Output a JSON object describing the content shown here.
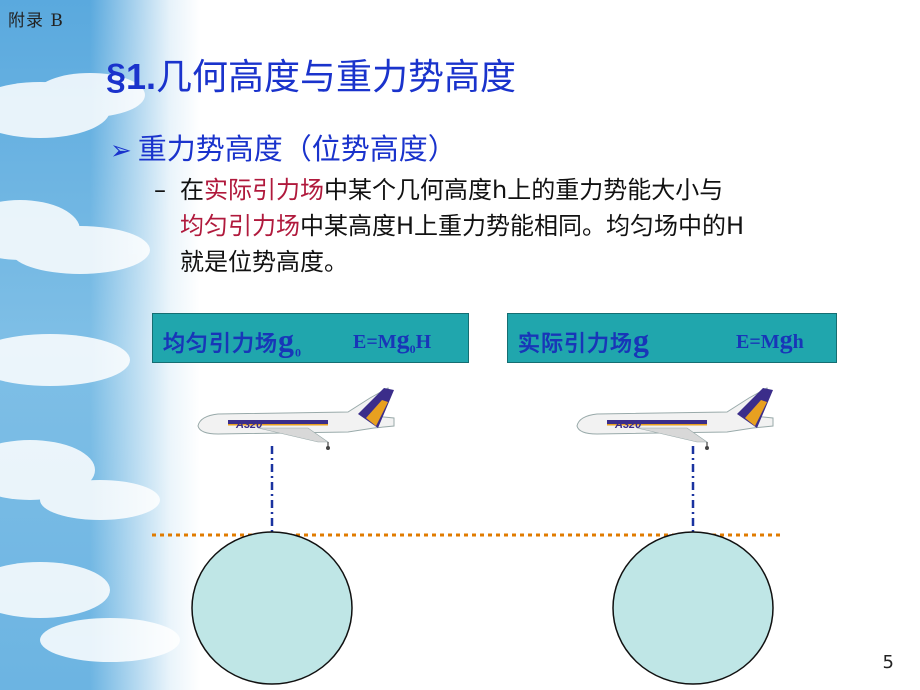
{
  "appendix_label": "附录 B",
  "title": {
    "section": "§1.",
    "text": "几何高度与重力势高度"
  },
  "subtitle": "重力势高度（位势高度）",
  "body": {
    "dash": "–",
    "l1_pre": "在",
    "l1_hl": "实际引力场",
    "l1_post": "中某个几何高度h上的重力势能大小与",
    "l2_hl": "均匀引力场",
    "l2_post": "中某高度H上重力势能相同。均匀场中的H",
    "l3": "就是位势高度。"
  },
  "box_left": {
    "label": "均匀引力场",
    "g": "g",
    "g_sub": "0",
    "eq_pre": "E=M",
    "eq_g": "g",
    "eq_sub": "0",
    "eq_post": "H"
  },
  "box_right": {
    "label": "实际引力场",
    "g": "g",
    "eq_pre": "E=M",
    "eq_g": "g",
    "eq_post": "h"
  },
  "plane_label": "A320",
  "page_number": "5",
  "colors": {
    "title": "#1a33cc",
    "highlight": "#b0193c",
    "box_fill": "#20a6ad",
    "circle_fill": "#bfe6e6",
    "dotted_line": "#e07b00"
  }
}
